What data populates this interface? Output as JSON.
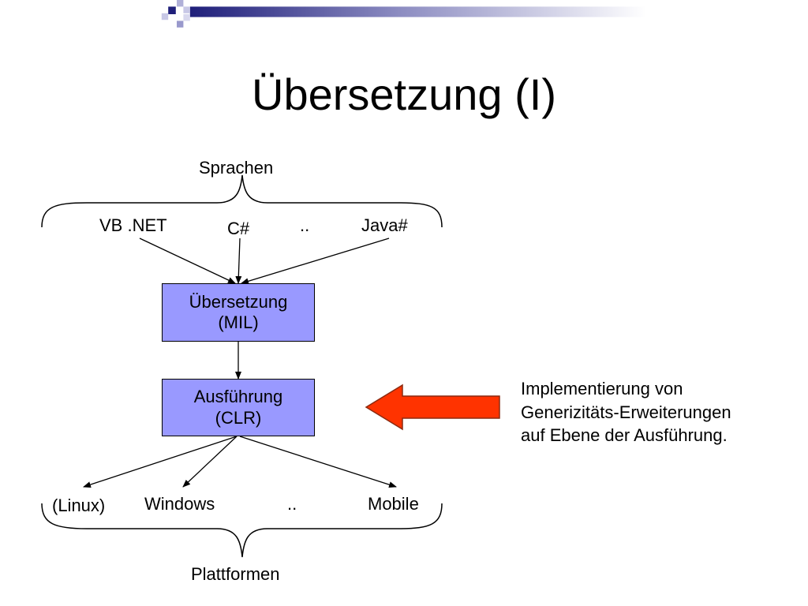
{
  "slide": {
    "title": "Übersetzung (I)"
  },
  "colors": {
    "box_fill": "#9999ff",
    "arrow_fill": "#ff3300",
    "header_navy": "#1f1f7a",
    "header_light": "#9999cc"
  },
  "languages": {
    "group_label": "Sprachen",
    "items": [
      "VB .NET",
      "C#",
      "..",
      "Java#"
    ]
  },
  "boxes": {
    "compile": {
      "line1": "Übersetzung",
      "line2": "(MIL)"
    },
    "execute": {
      "line1": "Ausführung",
      "line2": "(CLR)"
    }
  },
  "platforms": {
    "group_label": "Plattformen",
    "items": [
      "(Linux)",
      "Windows",
      "..",
      "Mobile"
    ]
  },
  "note": {
    "lines": [
      "Implementierung von",
      "Generizitäts-Erweiterungen",
      "auf Ebene der Ausführung."
    ]
  }
}
